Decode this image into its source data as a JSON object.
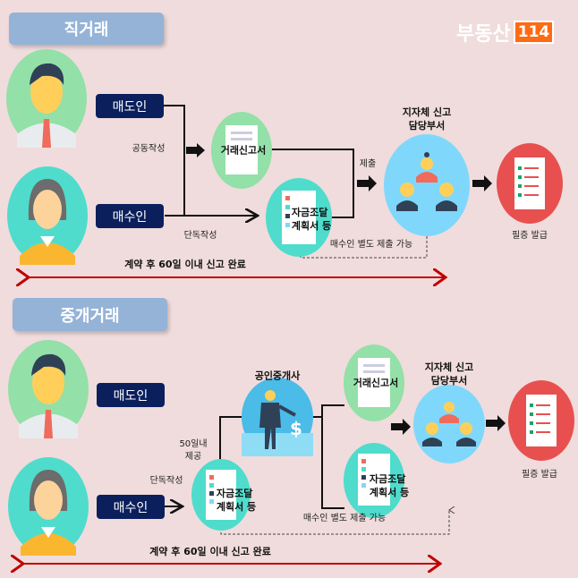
{
  "logo": {
    "text": "부동산",
    "num": "114"
  },
  "direct": {
    "title": "직거래",
    "seller": "매도인",
    "buyer": "매수인",
    "joint": "공동작성",
    "solo": "단독작성",
    "report": "거래신고서",
    "funding1": "자금조달",
    "funding2": "계획서 등",
    "submit": "제출",
    "office1": "지자체 신고",
    "office2": "담당부서",
    "issue": "필증 발급",
    "separate": "매수인  별도  제출  가능",
    "deadline": "계약 후 60일 이내 신고 완료"
  },
  "broker": {
    "title": "중개거래",
    "seller": "매도인",
    "buyer": "매수인",
    "solo": "단독작성",
    "provide1": "50일내",
    "provide2": "제공",
    "agent": "공인중개사",
    "report": "거래신고서",
    "funding1": "자금조달",
    "funding2": "계획서 등",
    "office1": "지자체 신고",
    "office2": "담당부서",
    "issue": "필증 발급",
    "separate": "매수인  별도  제출  가능",
    "deadline": "계약 후 60일 이내 신고 완료"
  },
  "colors": {
    "bg": "#f0dcdc",
    "title": "#95b3d7",
    "navy": "#0b1f5c",
    "green": "#93e0a8",
    "teal": "#4fdccc",
    "blue": "#7fd8fb",
    "red": "#e85050",
    "arrow": "#c00000",
    "logo": "#ff6a13"
  }
}
